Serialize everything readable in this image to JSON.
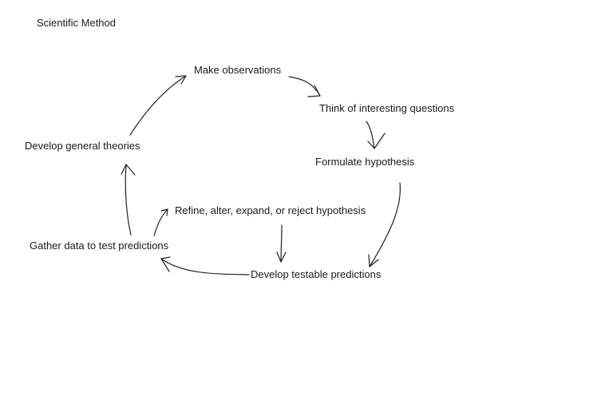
{
  "title": "Scientific Method",
  "nodes": {
    "observe": "Make observations",
    "questions": "Think of interesting questions",
    "hypothesis": "Formulate hypothesis",
    "predictions": "Develop testable predictions",
    "gather": "Gather data to test predictions",
    "refine": "Refine, alter, expand, or reject hypothesis",
    "theories": "Develop general theories"
  },
  "style": {
    "ink_color": "#222222",
    "background": "#ffffff"
  }
}
